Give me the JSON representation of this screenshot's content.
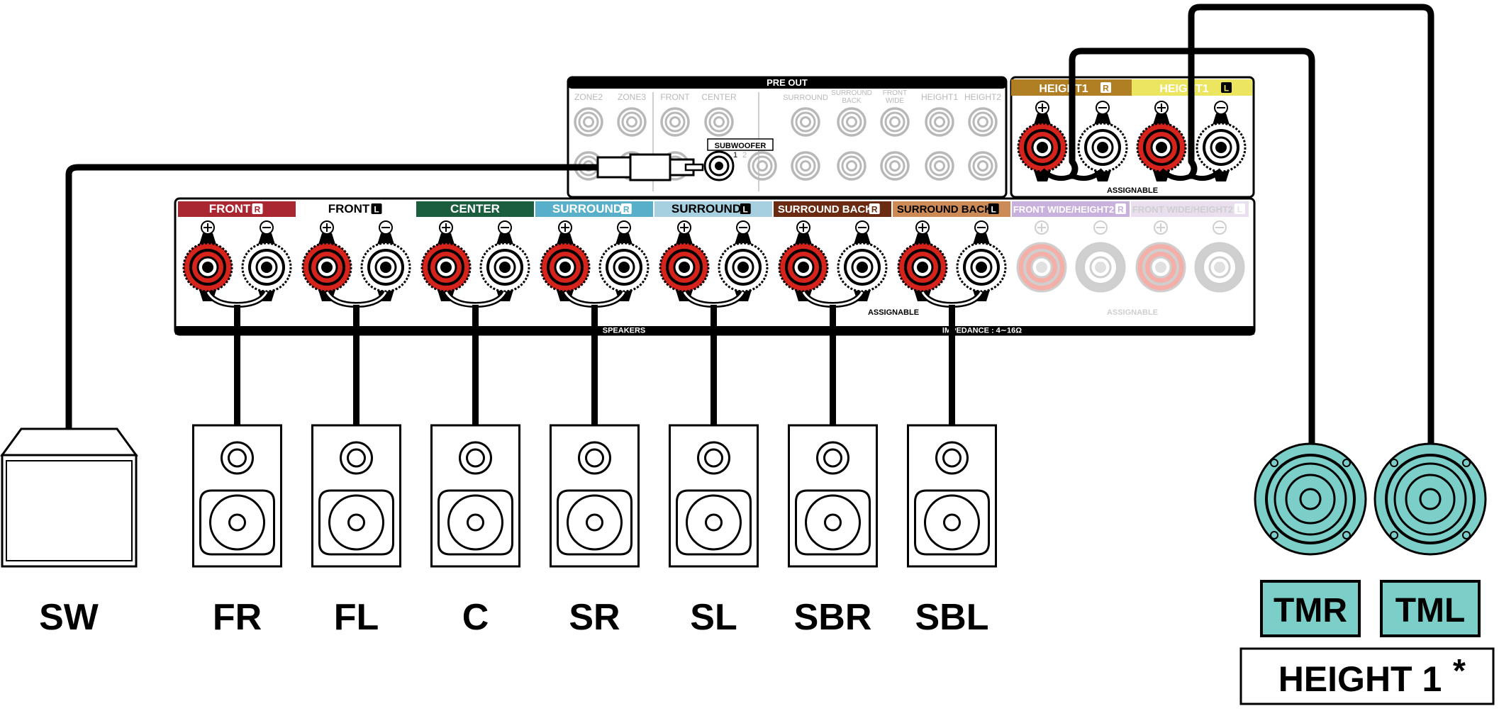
{
  "preout": {
    "title": "PRE OUT",
    "labels": [
      "ZONE2",
      "ZONE3",
      "FRONT",
      "CENTER",
      "SURROUND",
      "SURROUND",
      "BACK",
      "FRONT",
      "WIDE",
      "HEIGHT1",
      "HEIGHT2"
    ],
    "subwoofer": "SUBWOOFER",
    "sub_nums": [
      "1",
      "2"
    ]
  },
  "height_terminals": {
    "labels": [
      "HEIGHT1",
      "HEIGHT1"
    ],
    "channel_marks": [
      "R",
      "L"
    ],
    "colors": [
      "#b07f24",
      "#ece55f"
    ],
    "assignable": "ASSIGNABLE"
  },
  "speaker_terminals": {
    "groups": [
      {
        "label": "FRONT",
        "mark": "R",
        "color": "#a82730",
        "text_color": "#ffffff",
        "faded": false
      },
      {
        "label": "FRONT",
        "mark": "L",
        "color": "#ffffff",
        "text_color": "#000000",
        "faded": false
      },
      {
        "label": "CENTER",
        "mark": "",
        "color": "#1b5e3e",
        "text_color": "#ffffff",
        "faded": false
      },
      {
        "label": "SURROUND",
        "mark": "R",
        "color": "#58afca",
        "text_color": "#ffffff",
        "faded": false
      },
      {
        "label": "SURROUND",
        "mark": "L",
        "color": "#a6cfe0",
        "text_color": "#000000",
        "faded": false
      },
      {
        "label": "SURROUND BACK",
        "mark": "R",
        "color": "#6b2a12",
        "text_color": "#ffffff",
        "faded": false
      },
      {
        "label": "SURROUND BACK",
        "mark": "L",
        "color": "#cc8a57",
        "text_color": "#000000",
        "faded": false
      },
      {
        "label": "FRONT WIDE/HEIGHT2",
        "mark": "R",
        "color": "#c8b2dd",
        "text_color": "#ffffff",
        "faded": true
      },
      {
        "label": "FRONT WIDE/HEIGHT2",
        "mark": "L",
        "color": "#e9dfef",
        "text_color": "#cfcfcf",
        "faded": true
      }
    ],
    "assignable_1": "ASSIGNABLE",
    "assignable_2": "ASSIGNABLE",
    "speakers_label": "SPEAKERS",
    "impedance": "IMPEDANCE : 4∼16Ω"
  },
  "connections": {
    "floor": [
      {
        "id": "FR",
        "group_index": 0
      },
      {
        "id": "FL",
        "group_index": 1
      },
      {
        "id": "C",
        "group_index": 2
      },
      {
        "id": "SR",
        "group_index": 3
      },
      {
        "id": "SL",
        "group_index": 4
      },
      {
        "id": "SBR",
        "group_index": 5
      },
      {
        "id": "SBL",
        "group_index": 6
      }
    ]
  },
  "speakers": {
    "subwoofer": "SW",
    "floor_labels": [
      "FR",
      "FL",
      "C",
      "SR",
      "SL",
      "SBR",
      "SBL"
    ],
    "ceiling": [
      {
        "label": "TMR",
        "color": "#7ccfc9"
      },
      {
        "label": "TML",
        "color": "#7ccfc9"
      }
    ],
    "caption": "HEIGHT 1",
    "footnote_mark": "*"
  },
  "colors": {
    "terminal_red": "#d6231c",
    "terminal_white": "#ffffff",
    "faded_red": "#f4b0a8",
    "faded_white": "#d0d0d0",
    "ceiling_speaker": "#7ccfc9",
    "line": "#000000"
  }
}
